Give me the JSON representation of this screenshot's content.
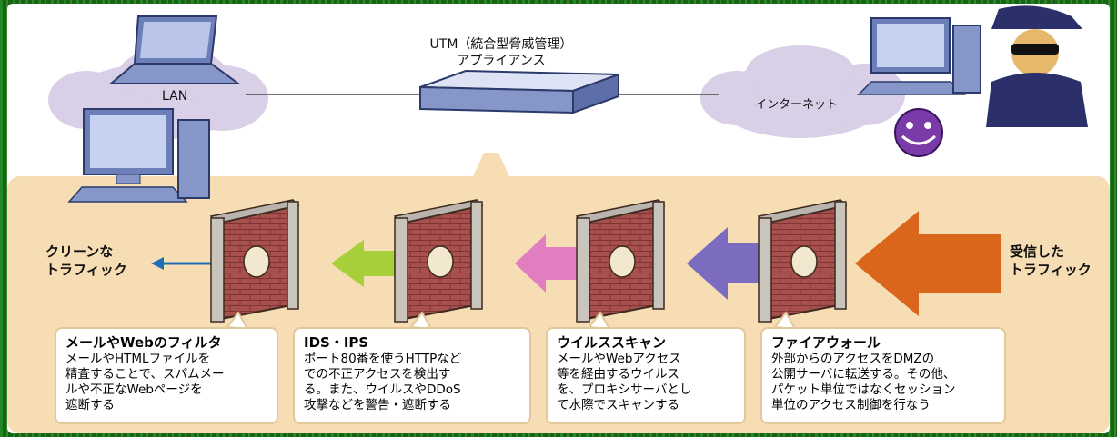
{
  "network": {
    "utm_label": "UTM（統合型脅威管理）\nアプライアンス",
    "lan_label": "LAN",
    "internet_label": "インターネット"
  },
  "traffic": {
    "clean_label": "クリーンな\nトラフィック",
    "incoming_label": "受信した\nトラフィック"
  },
  "layers": [
    {
      "title": "メールやWebのフィルタ",
      "body": "メールやHTMLファイルを\n精査することで、スパムメー\nルや不正なWebページを\n遮断する"
    },
    {
      "title": "IDS・IPS",
      "body": "ポート80番を使うHTTPなど\nでの不正アクセスを検出す\nる。また、ウイルスやDDoS\n攻撃などを警告・遮断する"
    },
    {
      "title": "ウイルススキャン",
      "body": "メールやWebアクセス\n等を経由するウイルス\nを、プロキシサーバとし\nて水際でスキャンする"
    },
    {
      "title": "ファイアウォール",
      "body": "外部からのアクセスをDMZの\n公開サーバに転送する。その他、\nパケット単位ではなくセッション\n単位のアクセス制御を行なう"
    }
  ],
  "colors": {
    "panel": "#f7ddb3",
    "arrow_incoming": "#d9661a",
    "arrow_purple": "#7b6cc0",
    "arrow_pink": "#e07ec0",
    "arrow_green": "#a6cf3a",
    "arrow_clean": "#1f6fb5",
    "cloud": "#d9cfe6",
    "brick": "#a04a48"
  }
}
